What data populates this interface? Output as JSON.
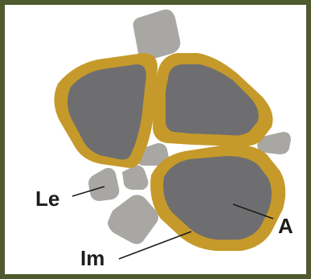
{
  "colors": {
    "border": "#4f5a2e",
    "background": "#ffffff",
    "rim": "#c59a2a",
    "aggregate_core": "#6e6e70",
    "small_grain": "#a9a7a3",
    "leader_line": "#1c1c1c"
  },
  "labels": {
    "le": "Le",
    "im": "Im",
    "a": "A"
  }
}
